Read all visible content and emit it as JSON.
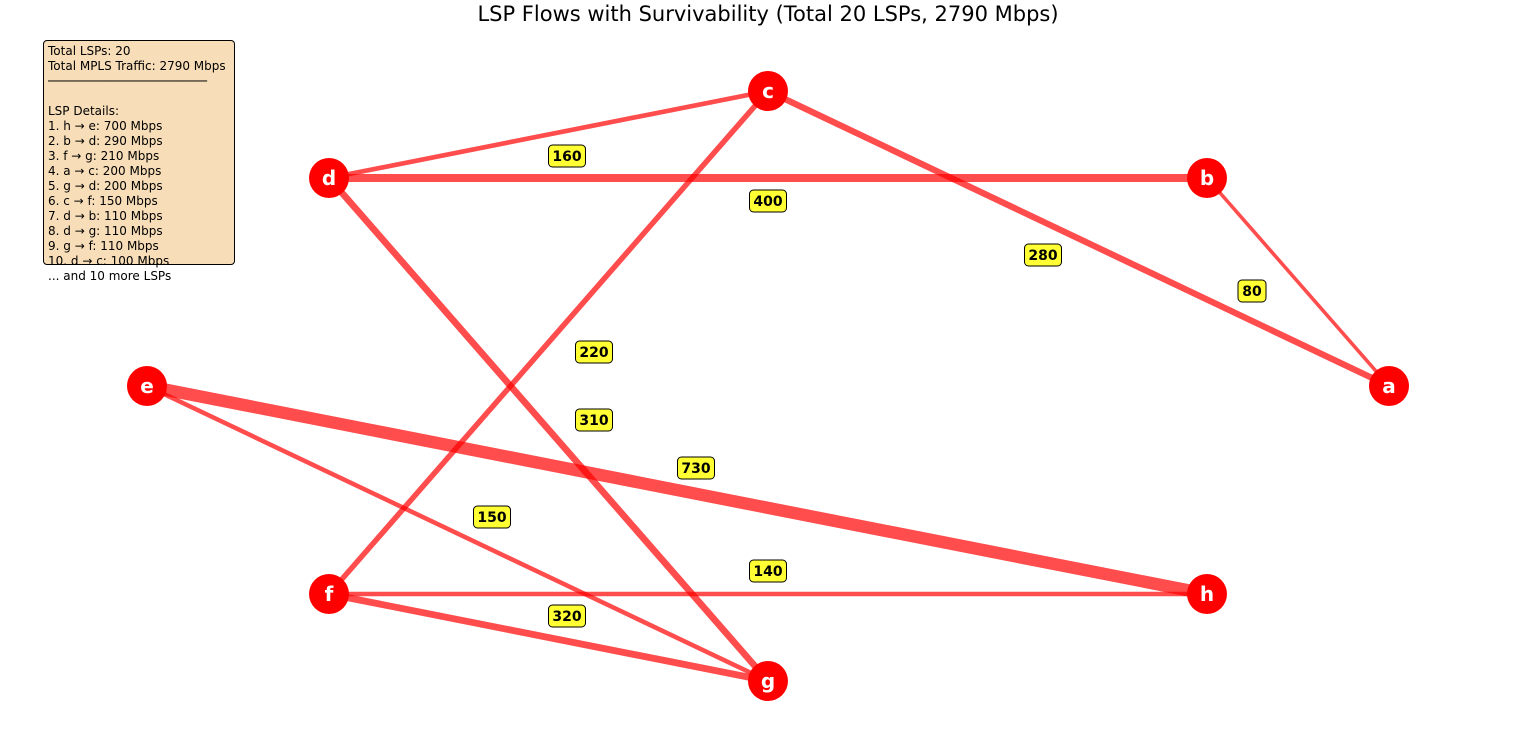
{
  "title": "LSP Flows with Survivability (Total 20 LSPs, 2790 Mbps)",
  "info_box": {
    "total_lsps": "Total LSPs: 20",
    "total_traffic": "Total MPLS Traffic: 2790 Mbps",
    "divider": "──────────────────────",
    "details_header": "LSP Details:",
    "details": [
      "1. h → e: 700 Mbps",
      "2. b → d: 290 Mbps",
      "3. f → g: 210 Mbps",
      "4. a → c: 200 Mbps",
      "5. g → d: 200 Mbps",
      "6. c → f: 150 Mbps",
      "7. d → b: 110 Mbps",
      "8. d → g: 110 Mbps",
      "9. g → f: 110 Mbps",
      "10. d → c: 100 Mbps"
    ],
    "more": "... and 10 more LSPs"
  },
  "colors": {
    "node": "#ff0000",
    "edge": "#ff0000",
    "label_bg": "#ffff33",
    "info_bg": "#f8deb8"
  },
  "nodes": [
    {
      "id": "a",
      "label": "a"
    },
    {
      "id": "b",
      "label": "b"
    },
    {
      "id": "c",
      "label": "c"
    },
    {
      "id": "d",
      "label": "d"
    },
    {
      "id": "e",
      "label": "e"
    },
    {
      "id": "f",
      "label": "f"
    },
    {
      "id": "g",
      "label": "g"
    },
    {
      "id": "h",
      "label": "h"
    }
  ],
  "edges": [
    {
      "source": "h",
      "target": "e",
      "label": "730",
      "value": 730
    },
    {
      "source": "d",
      "target": "b",
      "label": "400",
      "value": 400
    },
    {
      "source": "f",
      "target": "g",
      "label": "320",
      "value": 320
    },
    {
      "source": "d",
      "target": "g",
      "label": "310",
      "value": 310
    },
    {
      "source": "c",
      "target": "a",
      "label": "280",
      "value": 280
    },
    {
      "source": "c",
      "target": "f",
      "label": "220",
      "value": 220
    },
    {
      "source": "d",
      "target": "c",
      "label": "160",
      "value": 160
    },
    {
      "source": "e",
      "target": "g",
      "label": "150",
      "value": 150
    },
    {
      "source": "f",
      "target": "h",
      "label": "140",
      "value": 140
    },
    {
      "source": "b",
      "target": "a",
      "label": "80",
      "value": 80
    }
  ]
}
